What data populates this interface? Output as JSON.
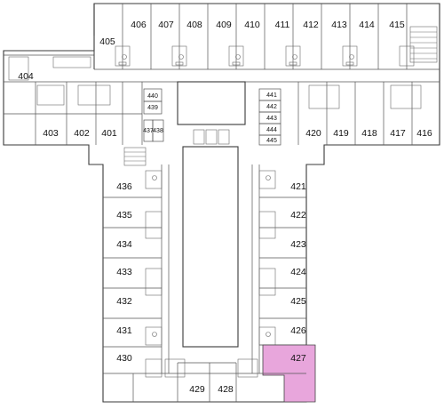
{
  "highlight_color": "#e8a6dc",
  "rooms_top": [
    "406",
    "407",
    "408",
    "409",
    "410",
    "411",
    "412",
    "413",
    "414",
    "415"
  ],
  "rooms_north_misc": {
    "r405": "405",
    "r404": "404",
    "r403": "403",
    "r402": "402",
    "r401": "401",
    "r440": "440",
    "r439": "439",
    "r437": "437",
    "r438": "438",
    "r441": "441",
    "r442": "442",
    "r443": "443",
    "r444": "444",
    "r445": "445",
    "r420": "420",
    "r419": "419",
    "r418": "418",
    "r417": "417",
    "r416": "416"
  },
  "rooms_west_wing": [
    "436",
    "435",
    "434",
    "433",
    "432",
    "431",
    "430"
  ],
  "rooms_east_wing": [
    "421",
    "422",
    "423",
    "424",
    "425",
    "426",
    "427"
  ],
  "rooms_south": {
    "r429": "429",
    "r428": "428"
  },
  "highlighted_room": "427",
  "icons": [
    "stair-icon",
    "toilet-icon",
    "sink-icon",
    "elevator-icon"
  ]
}
